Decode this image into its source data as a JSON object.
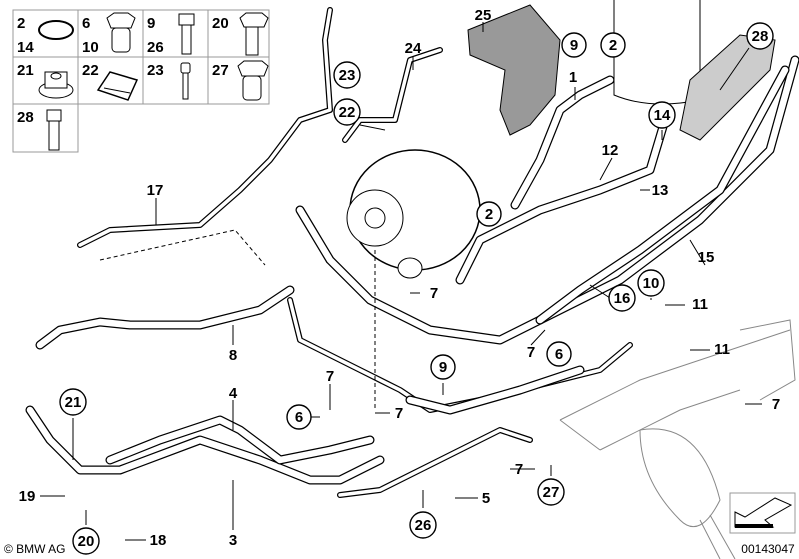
{
  "key_grid": {
    "cells": [
      {
        "numbers": [
          "2",
          "14"
        ],
        "part": "hose-clamp-icon"
      },
      {
        "numbers": [
          "6",
          "10"
        ],
        "part": "banjo-bolt-icon"
      },
      {
        "numbers": [
          "9",
          "26"
        ],
        "part": "flange-bolt-icon"
      },
      {
        "numbers": [
          "20"
        ],
        "part": "hex-bolt-icon"
      },
      {
        "numbers": [
          "21"
        ],
        "part": "flange-nut-icon"
      },
      {
        "numbers": [
          "22"
        ],
        "part": "clip-nut-icon"
      },
      {
        "numbers": [
          "23"
        ],
        "part": "socket-screw-icon"
      },
      {
        "numbers": [
          "27"
        ],
        "part": "banjo-bolt-icon"
      },
      {
        "numbers": [
          "28"
        ],
        "part": "torx-bolt-icon"
      }
    ]
  },
  "callouts": {
    "circled": [
      "9",
      "2",
      "28",
      "14",
      "23",
      "22",
      "2",
      "10",
      "16",
      "6",
      "9",
      "21",
      "6",
      "27",
      "26",
      "20"
    ],
    "plain": [
      "25",
      "24",
      "1",
      "12",
      "13",
      "17",
      "15",
      "11",
      "11",
      "7",
      "7",
      "8",
      "7",
      "7",
      "7",
      "4",
      "7",
      "5",
      "19",
      "18",
      "3"
    ]
  },
  "footer": {
    "copyright": "© BMW AG",
    "part_number": "00143047"
  }
}
